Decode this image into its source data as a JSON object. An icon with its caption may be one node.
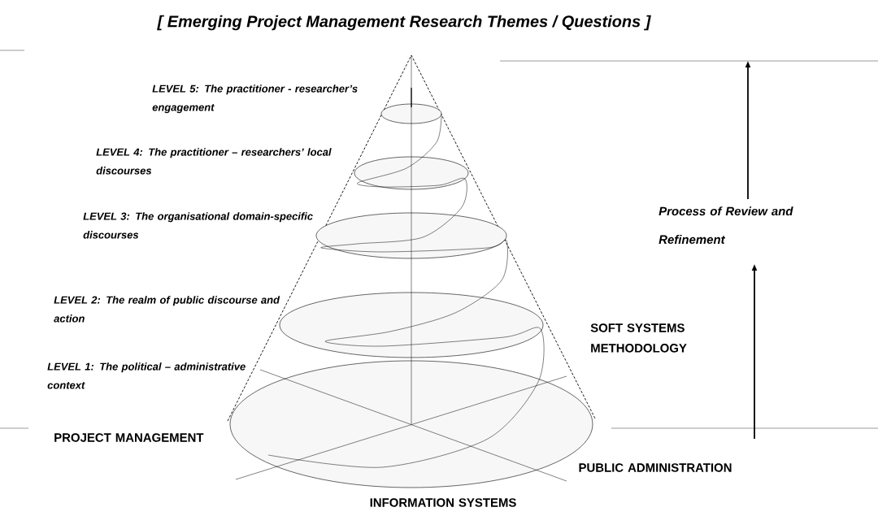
{
  "diagram": {
    "title": "[ Emerging Project Management Research Themes / Questions ]",
    "labels": [
      "LEVEL 5: The practitioner - researcher’s engagement",
      "LEVEL 4: The practitioner – researchers’ local discourses",
      "Process of Review and Refinement",
      "LEVEL 3: The organisational domain-specific discourses",
      "LEVEL 2: The realm of public discourse and action",
      "SOFT SYSTEMS METHODOLOGY",
      "LEVEL 1: The political – administrative context",
      "PROJECT MANAGEMENT",
      "PUBLIC ADMINISTRATION",
      "INFORMATION SYSTEMS"
    ]
  }
}
